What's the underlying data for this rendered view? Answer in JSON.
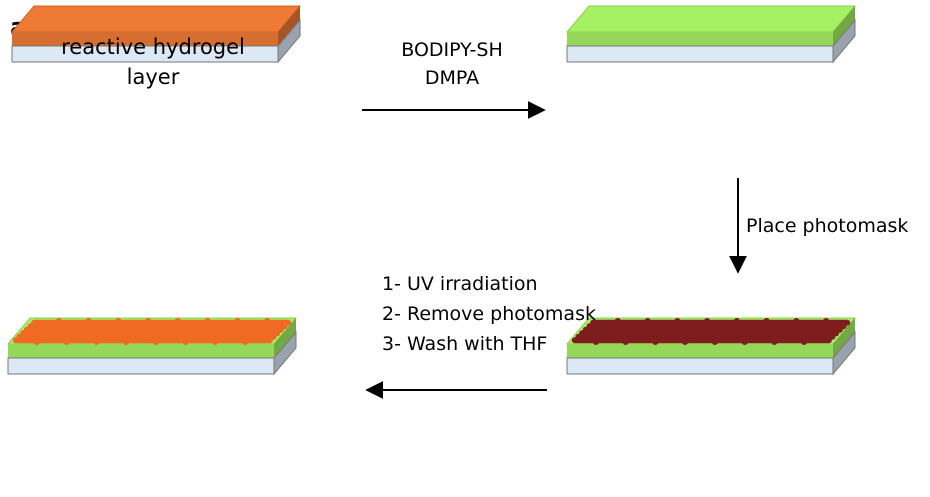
{
  "panel_label": "a)",
  "slide_1": {
    "layer_label_line1": "reactive hydrogel",
    "layer_label_line2": "layer"
  },
  "step_1": {
    "reagent_1": "BODIPY-SH",
    "reagent_2": "DMPA"
  },
  "step_2": {
    "label": "Place photomask"
  },
  "step_3": {
    "line_1": "1- UV irradiation",
    "line_2": "2- Remove photomask",
    "line_3": "3- Wash with THF"
  },
  "colors": {
    "reactive_layer": "#ee7a36",
    "bodipy_layer": "#a6f063",
    "glass_substrate": "#dce8f3",
    "photomask_lines": "#7e1d1d",
    "pattern_lines": "#f06a24",
    "outline": "#777777"
  }
}
